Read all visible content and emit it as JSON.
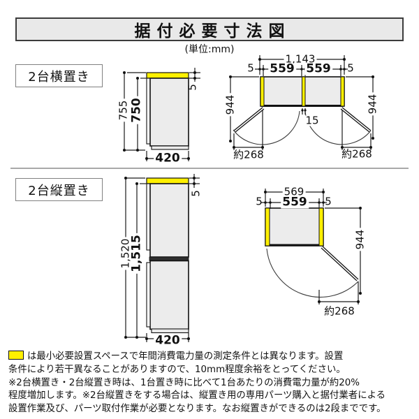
{
  "title": "据付必要寸法図",
  "unit_note": "(単位:mm)",
  "colors": {
    "highlight_yellow": "#fff000",
    "unit_body_gray": "#ececec"
  },
  "sections": [
    {
      "label": "2台横置き",
      "side_view": {
        "total_height": "755",
        "body_height": "750",
        "width": "420",
        "top_clearance": "5"
      },
      "top_view": {
        "total_width": "1,143",
        "left_clearance": "5",
        "unit1_width": "559",
        "unit2_width": "559",
        "right_clearance": "5",
        "center_gap": "15",
        "depth_left": "944",
        "depth_right": "944",
        "door_swing_left": "約268",
        "door_swing_right": "約268"
      }
    },
    {
      "label": "2台縦置き",
      "side_view": {
        "total_height": "1,520",
        "body_height": "1,515",
        "width": "420",
        "top_clearance": "5"
      },
      "top_view": {
        "total_width": "569",
        "left_clearance": "5",
        "unit_width": "559",
        "right_clearance": "5",
        "depth": "944",
        "door_swing": "約268"
      }
    }
  ],
  "notes": {
    "line1": "は最小必要設置スペースで年間消費電力量の測定条件とは異なります。設置",
    "line2": "条件により若干異なることがありますので、10mm程度余裕をとってください。",
    "line3": "※2台横置き・2台縦置き時は、1台置き時に比べて1台あたりの消費電力量が約20%",
    "line4": "程度増加します。※2台縦置きをする場合は、縦置き用の専用パーツ購入と据付業者による",
    "line5": "設置作業及び、パーツ取付作業が必要となります。なお縦置きができるのは2段までです。"
  }
}
